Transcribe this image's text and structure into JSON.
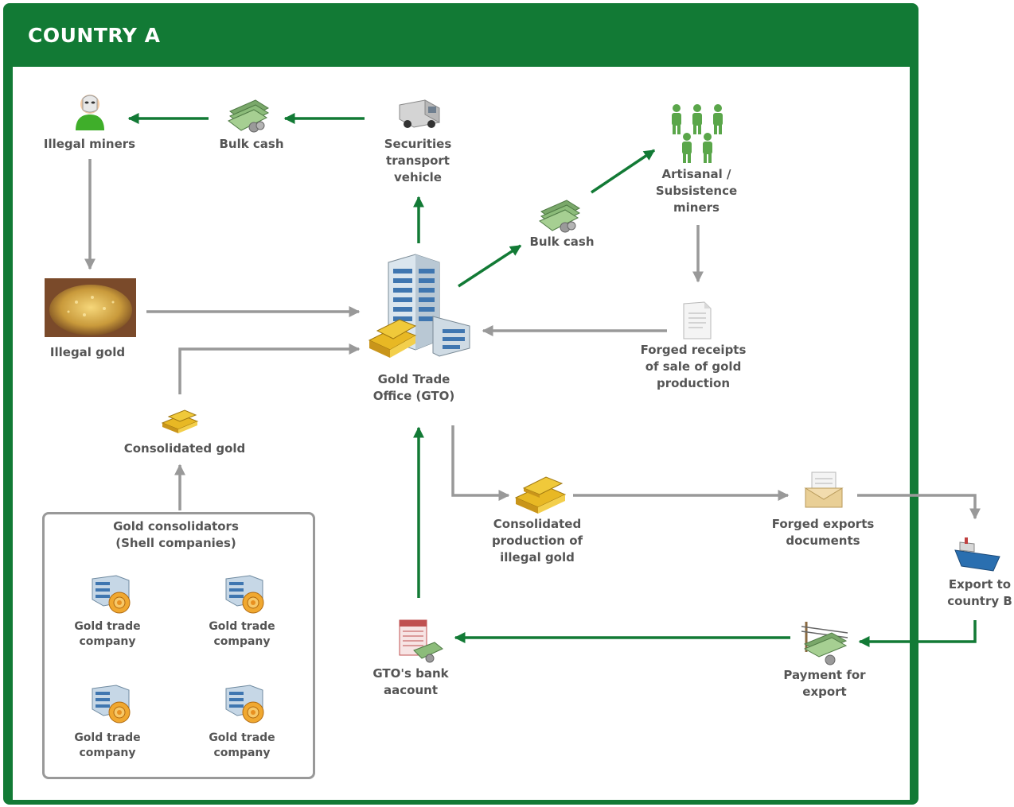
{
  "country_title": "COUNTRY A",
  "colors": {
    "brand_green": "#127a35",
    "flow_grey": "#999999",
    "money_green": "#127a35"
  },
  "nodes": {
    "illegal_miners": "Illegal miners",
    "bulk_cash_top": "Bulk cash",
    "securities_vehicle": "Securities\ntransport\nvehicle",
    "artisanal_miners": "Artisanal /\nSubsistence\nminers",
    "bulk_cash_mid": "Bulk cash",
    "illegal_gold": "Illegal gold",
    "gto": "Gold Trade\nOffice (GTO)",
    "forged_receipts": "Forged receipts\nof sale of gold\nproduction",
    "consolidated_gold": "Consolidated gold",
    "gold_consolidators": "Gold consolidators\n(Shell companies)",
    "gold_trade_company": "Gold trade\ncompany",
    "consolidated_production": "Consolidated\nproduction of\nillegal gold",
    "forged_exports": "Forged exports\ndocuments",
    "export_to_b": "Export to\ncountry B",
    "gto_bank": "GTO's bank\naacount",
    "payment_export": "Payment for\nexport"
  },
  "icons": [
    "masked-miner-icon",
    "cash-icon",
    "armored-truck-icon",
    "people-group-icon",
    "gold-pile-icon",
    "office-building-icon",
    "document-icon",
    "gold-bars-icon",
    "company-icon",
    "envelope-icon",
    "ship-icon",
    "bank-ledger-icon",
    "payment-icon"
  ]
}
